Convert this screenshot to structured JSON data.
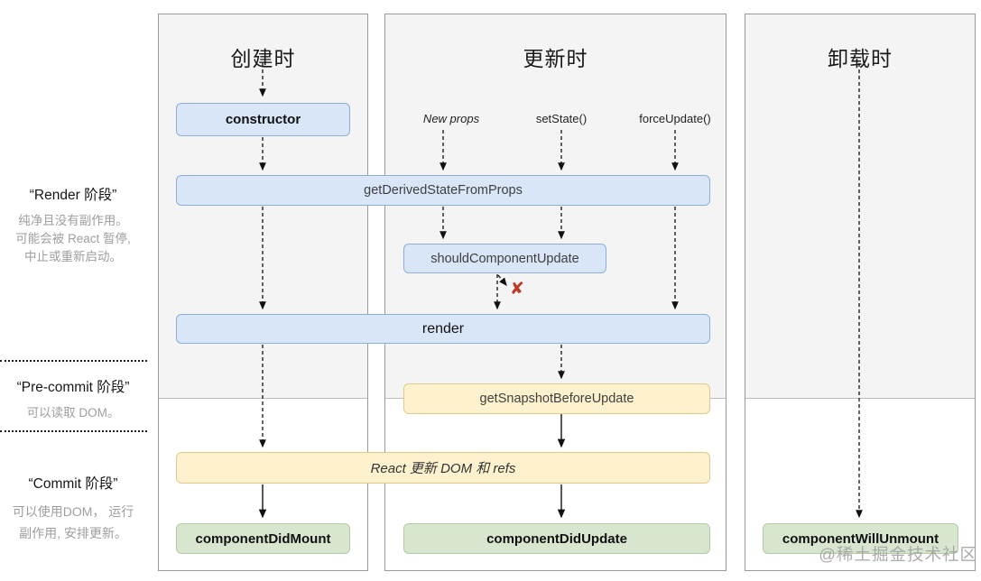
{
  "diagram": {
    "columns": [
      {
        "title": "创建时"
      },
      {
        "title": "更新时",
        "triggers": [
          {
            "label": "New props"
          },
          {
            "label": "setState()"
          },
          {
            "label": "forceUpdate()"
          }
        ]
      },
      {
        "title": "卸载时"
      }
    ],
    "phases": [
      {
        "title": "“Render 阶段”",
        "lines": [
          "纯净且没有副作用。",
          "可能会被 React 暂停,",
          "中止或重新启动。"
        ]
      },
      {
        "title": "“Pre-commit 阶段”",
        "lines": [
          "可以读取 DOM。"
        ]
      },
      {
        "title": "“Commit 阶段”",
        "lines": [
          "可以使用DOM， 运行",
          "副作用, 安排更新。"
        ]
      }
    ],
    "boxes": {
      "constructor": "constructor",
      "getDerivedStateFromProps": "getDerivedStateFromProps",
      "shouldComponentUpdate": "shouldComponentUpdate",
      "render": "render",
      "getSnapshotBeforeUpdate": "getSnapshotBeforeUpdate",
      "reactUpdatesDom": "React 更新 DOM 和 refs",
      "componentDidMount": "componentDidMount",
      "componentDidUpdate": "componentDidUpdate",
      "componentWillUnmount": "componentWillUnmount"
    },
    "icons": {
      "stop": "✘"
    },
    "watermark": "@稀土掘金技术社区",
    "colors": {
      "box_blue_bg": "#d8e6f8",
      "box_blue_border": "#8fadd8",
      "box_yellow_bg": "#fdf2cd",
      "box_yellow_border": "#e0c98b",
      "box_green_bg": "#d8e6d0",
      "box_green_border": "#b4caa6",
      "panel_gray": "#f4f4f4",
      "stop_x": "#bb3a26"
    }
  }
}
